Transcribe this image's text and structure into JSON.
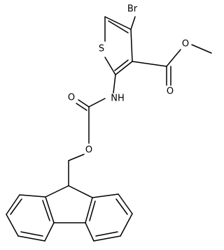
{
  "molecule": {
    "atom_labels": {
      "bromine": "Br",
      "sulfur": "S",
      "ester_carbonyl_oxygen": "O",
      "ester_ether_oxygen": "O",
      "amide_nitrogen": "NH",
      "carbamate_carbonyl_oxygen": "O",
      "carbamate_ether_oxygen": "O"
    }
  }
}
